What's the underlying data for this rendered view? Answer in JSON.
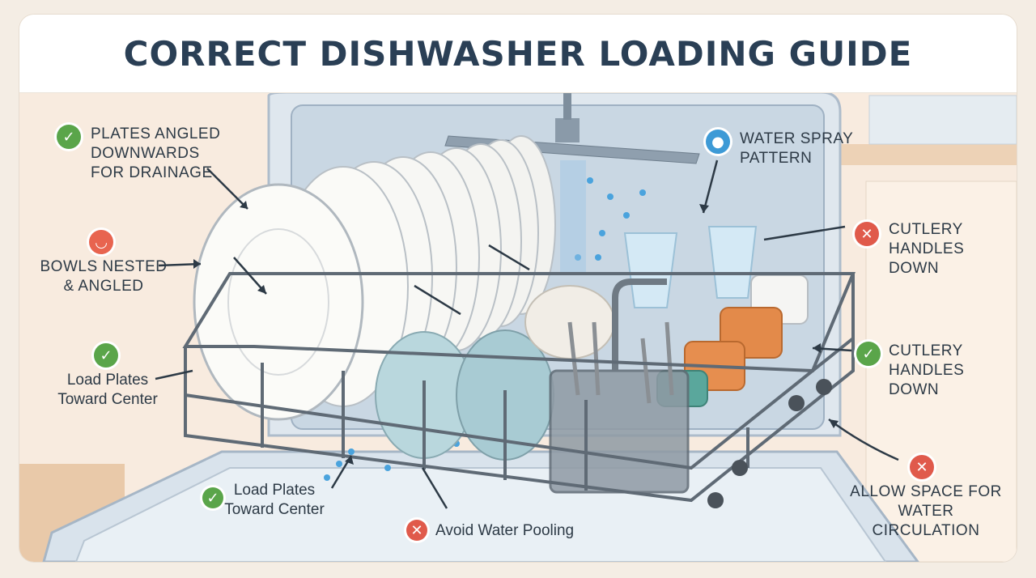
{
  "title": "CORRECT DISHWASHER LOADING GUIDE",
  "colors": {
    "title": "#2a3f55",
    "check": "#5aa54a",
    "cross": "#e05a4b",
    "water": "#3d9ad6",
    "cup": "#e38a4a"
  },
  "labels": {
    "plates_angled": "PLATES ANGLED\nDOWNWARDS\nFOR DRAINAGE",
    "bowls_nested": "BOWLS NESTED\n& ANGLED",
    "load_plates_left": "Load Plates\nToward Center",
    "load_plates_bottom": "Load Plates\nToward Center",
    "avoid_pooling": "Avoid Water Pooling",
    "water_spray": "WATER SPRAY\nPATTERN",
    "cutlery_top": "CUTLERY\nHANDLES\nDOWN",
    "cutlery_mid": "CUTLERY\nHANDLES\nDOWN",
    "allow_space": "ALLOW SPACE FOR\nWATER CIRCULATION"
  },
  "icons": {
    "check": "check-icon",
    "cross": "cross-icon",
    "bowl": "bowl-icon",
    "droplet": "water-drop-icon",
    "check_glyph": "✓",
    "cross_glyph": "✕"
  }
}
